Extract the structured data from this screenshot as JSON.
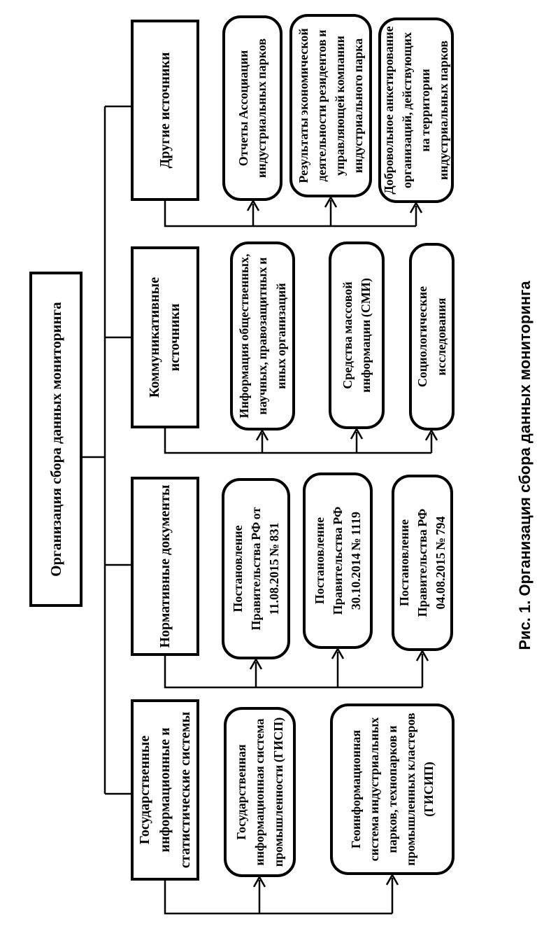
{
  "caption": "Рис. 1. Организация сбора данных мониторинга",
  "diagram": {
    "root": "Организация сбора данных мониторинга",
    "categories": [
      {
        "label": "Государственные информационные и статистические системы",
        "children": [
          "Государственная информационная система промышленности (ГИСП)",
          "Геоинформационная система индустриальных парков, технопарков и промышленных кластеров (ГИСИП)"
        ]
      },
      {
        "label": "Нормативные документы",
        "children": [
          "Постановление Правительства РФ от 11.08.2015 № 831",
          "Постановление Правительства РФ 30.10.2014 № 1119",
          "Постановление Правительства РФ 04.08.2015 № 794"
        ]
      },
      {
        "label": "Коммуникативные источники",
        "children": [
          "Информация общественных, научных, правозащитных и иных организаций",
          "Средства массовой информации (СМИ)",
          "Социологические исследования"
        ]
      },
      {
        "label": "Другие источники",
        "children": [
          "Отчеты Ассоциации индустриальных парков",
          "Результаты экономической деятельности резидентов и управляющей компании индустриального парка",
          "Добровольное анкетирование организаций, действующих на территории индустриальных парков"
        ]
      }
    ]
  }
}
